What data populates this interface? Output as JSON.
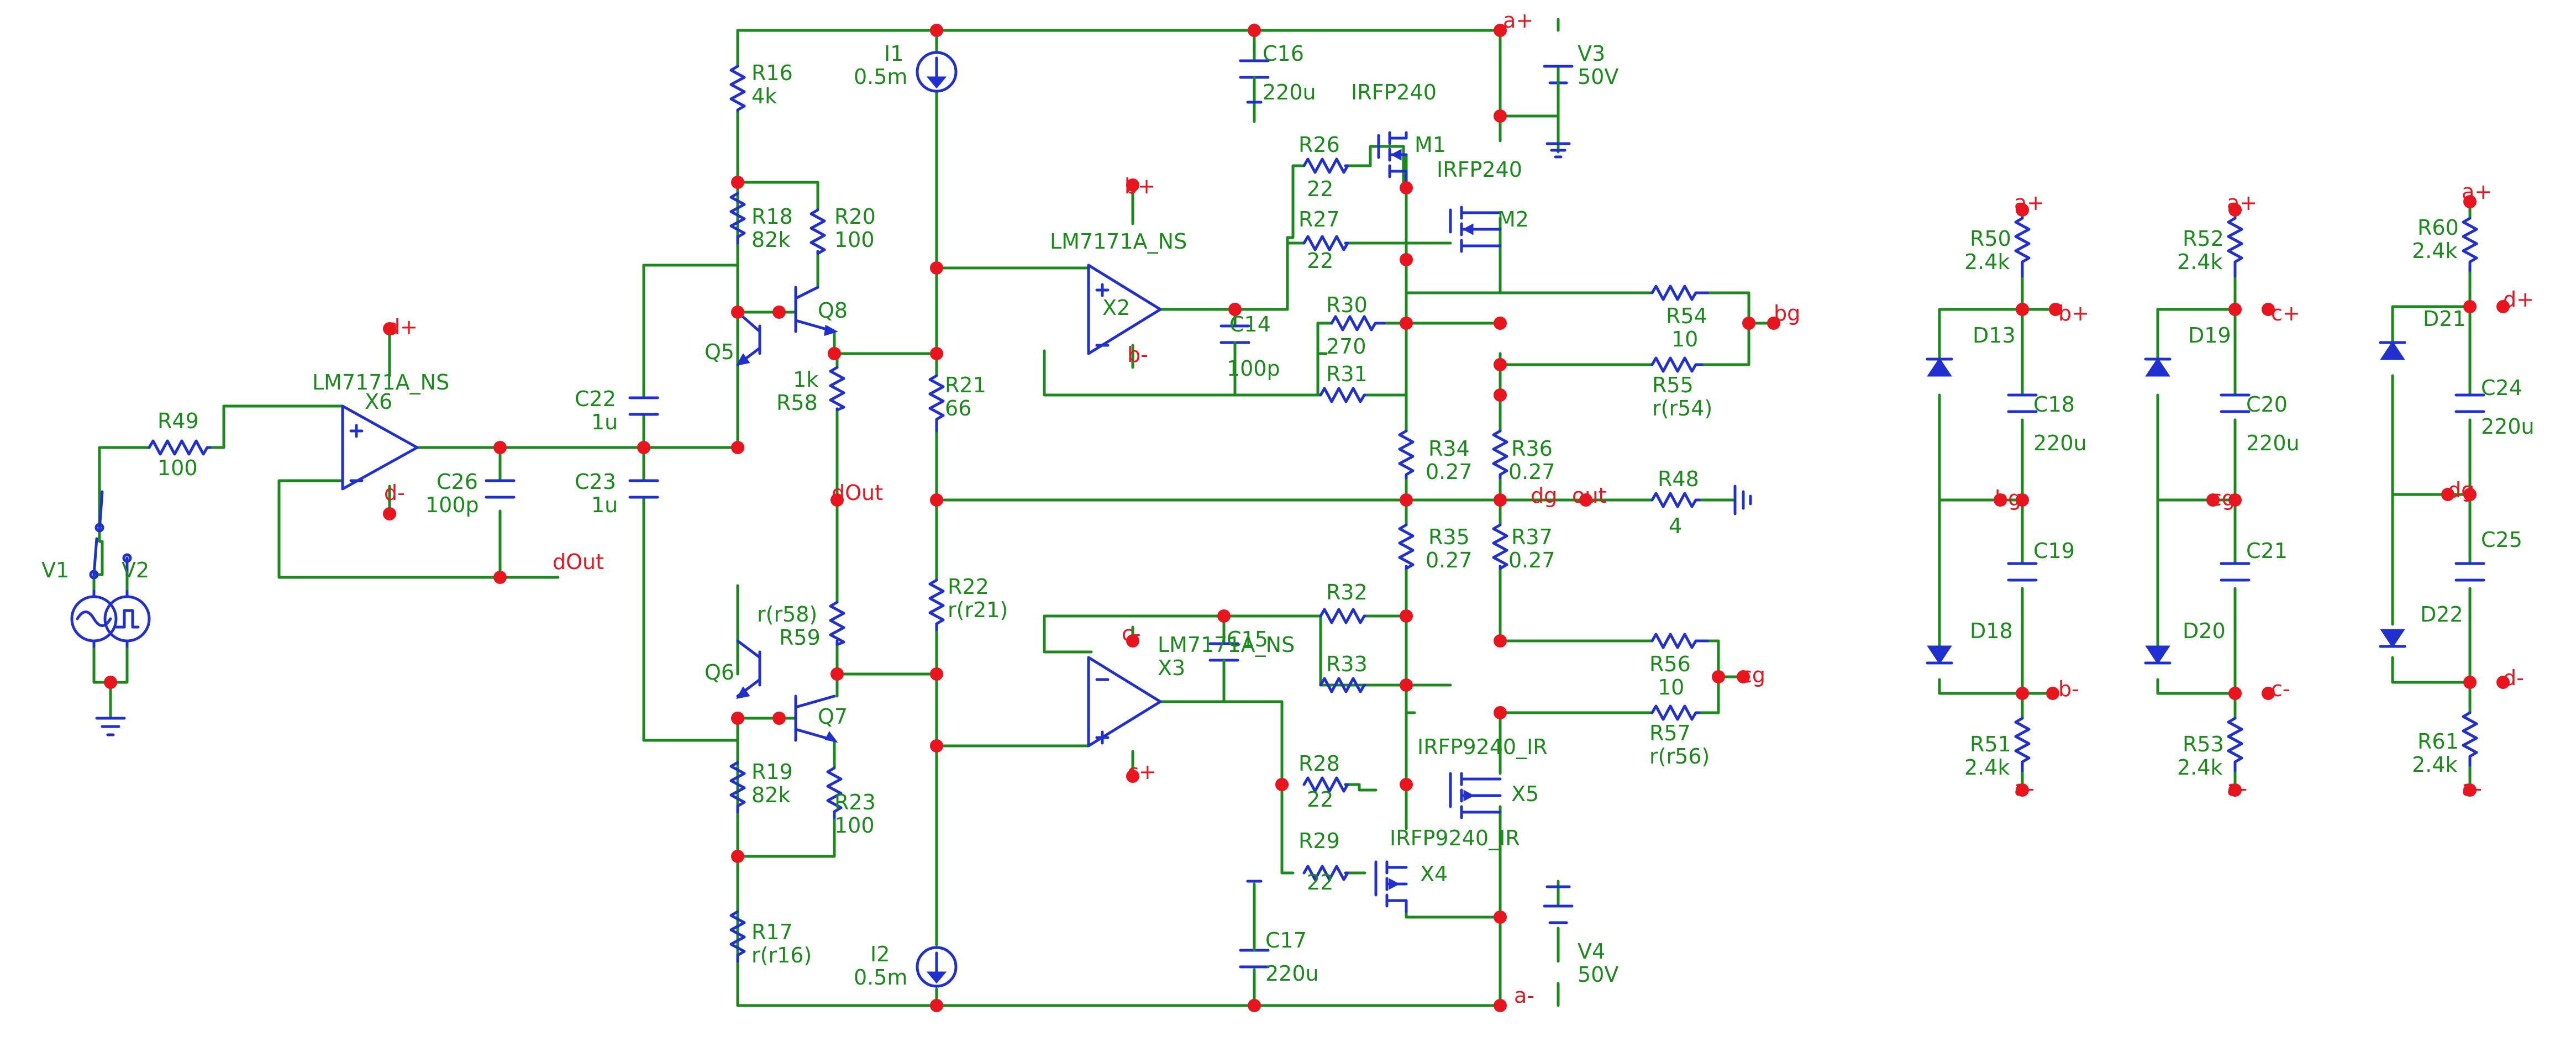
{
  "parts": [
    {
      "id": "R16",
      "lines": [
        "R16",
        "4k"
      ]
    },
    {
      "id": "R18",
      "lines": [
        "R18",
        "82k"
      ]
    },
    {
      "id": "R20",
      "lines": [
        "R20",
        "100"
      ]
    },
    {
      "id": "Q8",
      "lines": [
        "Q8"
      ]
    },
    {
      "id": "Q5",
      "lines": [
        "Q5"
      ]
    },
    {
      "id": "R58",
      "lines": [
        "1k",
        "R58"
      ]
    },
    {
      "id": "C22",
      "lines": [
        "C22",
        "1u"
      ]
    },
    {
      "id": "C23",
      "lines": [
        "C23",
        "1u"
      ]
    },
    {
      "id": "X6",
      "lines": [
        "LM7171A_NS",
        "X6"
      ]
    },
    {
      "id": "R49",
      "lines": [
        "R49",
        "100"
      ]
    },
    {
      "id": "C26",
      "lines": [
        "C26",
        "100p"
      ]
    },
    {
      "id": "V1",
      "lines": [
        "V1"
      ]
    },
    {
      "id": "V2",
      "lines": [
        "V2"
      ]
    },
    {
      "id": "R59",
      "lines": [
        "r(r58)",
        "R59"
      ]
    },
    {
      "id": "Q6",
      "lines": [
        "Q6"
      ]
    },
    {
      "id": "Q7",
      "lines": [
        "Q7"
      ]
    },
    {
      "id": "R19",
      "lines": [
        "R19",
        "82k"
      ]
    },
    {
      "id": "R23",
      "lines": [
        "R23",
        "100"
      ]
    },
    {
      "id": "R17",
      "lines": [
        "R17",
        "r(r16)"
      ]
    },
    {
      "id": "I1",
      "lines": [
        "I1",
        "0.5m"
      ]
    },
    {
      "id": "I2",
      "lines": [
        "I2",
        "0.5m"
      ]
    },
    {
      "id": "R21",
      "lines": [
        "R21",
        "66"
      ]
    },
    {
      "id": "R22",
      "lines": [
        "R22",
        "r(r21)"
      ]
    },
    {
      "id": "X2",
      "lines": [
        "LM7171A_NS",
        "X2"
      ]
    },
    {
      "id": "X3",
      "lines": [
        "LM7171A_NS",
        "X3"
      ]
    },
    {
      "id": "C14",
      "lines": [
        "C14",
        "100p"
      ]
    },
    {
      "id": "C15",
      "lines": [
        "C15"
      ]
    },
    {
      "id": "C16",
      "lines": [
        "C16",
        "220u"
      ]
    },
    {
      "id": "C17",
      "lines": [
        "C17",
        "220u"
      ]
    },
    {
      "id": "M1",
      "lines": [
        "IRFP240",
        "M1"
      ]
    },
    {
      "id": "M2",
      "lines": [
        "IRFP240",
        "M2"
      ]
    },
    {
      "id": "R26",
      "lines": [
        "R26",
        "22"
      ]
    },
    {
      "id": "R27",
      "lines": [
        "R27",
        "22"
      ]
    },
    {
      "id": "R28",
      "lines": [
        "R28",
        "22"
      ]
    },
    {
      "id": "R29",
      "lines": [
        "R29",
        "22"
      ]
    },
    {
      "id": "R30",
      "lines": [
        "R30",
        "270"
      ]
    },
    {
      "id": "R31",
      "lines": [
        "R31"
      ]
    },
    {
      "id": "R32",
      "lines": [
        "R32"
      ]
    },
    {
      "id": "R33",
      "lines": [
        "R33"
      ]
    },
    {
      "id": "X5",
      "lines": [
        "IRFP9240_IR",
        "X5"
      ]
    },
    {
      "id": "X4",
      "lines": [
        "IRFP9240_IR",
        "X4"
      ]
    },
    {
      "id": "R34",
      "lines": [
        "R34",
        "0.27"
      ]
    },
    {
      "id": "R36",
      "lines": [
        "R36",
        "0.27"
      ]
    },
    {
      "id": "R35",
      "lines": [
        "R35",
        "0.27"
      ]
    },
    {
      "id": "R37",
      "lines": [
        "R37",
        "0.27"
      ]
    },
    {
      "id": "R54",
      "lines": [
        "R54",
        "10"
      ]
    },
    {
      "id": "R55",
      "lines": [
        "R55",
        "r(r54)"
      ]
    },
    {
      "id": "R56",
      "lines": [
        "R56",
        "10"
      ]
    },
    {
      "id": "R57",
      "lines": [
        "R57",
        "r(r56)"
      ]
    },
    {
      "id": "R48",
      "lines": [
        "R48",
        "4"
      ]
    },
    {
      "id": "V3",
      "lines": [
        "V3",
        "50V"
      ]
    },
    {
      "id": "V4",
      "lines": [
        "V4",
        "50V"
      ]
    },
    {
      "id": "R50",
      "lines": [
        "R50",
        "2.4k"
      ]
    },
    {
      "id": "R51",
      "lines": [
        "R51",
        "2.4k"
      ]
    },
    {
      "id": "D13",
      "lines": [
        "D13"
      ]
    },
    {
      "id": "D18",
      "lines": [
        "D18"
      ]
    },
    {
      "id": "C18",
      "lines": [
        "C18",
        "220u"
      ]
    },
    {
      "id": "C19",
      "lines": [
        "C19"
      ]
    },
    {
      "id": "R52",
      "lines": [
        "R52",
        "2.4k"
      ]
    },
    {
      "id": "R53",
      "lines": [
        "R53",
        "2.4k"
      ]
    },
    {
      "id": "D19",
      "lines": [
        "D19"
      ]
    },
    {
      "id": "D20",
      "lines": [
        "D20"
      ]
    },
    {
      "id": "C20",
      "lines": [
        "C20",
        "220u"
      ]
    },
    {
      "id": "C21",
      "lines": [
        "C21"
      ]
    },
    {
      "id": "R60",
      "lines": [
        "R60",
        "2.4k"
      ]
    },
    {
      "id": "R61",
      "lines": [
        "R61",
        "2.4k"
      ]
    },
    {
      "id": "D21",
      "lines": [
        "D21"
      ]
    },
    {
      "id": "D22",
      "lines": [
        "D22"
      ]
    },
    {
      "id": "C24",
      "lines": [
        "C24",
        "220u"
      ]
    },
    {
      "id": "C25",
      "lines": [
        "C25"
      ]
    }
  ],
  "nets": [
    "a+",
    "a-",
    "b+",
    "b-",
    "c+",
    "c-",
    "d+",
    "d-",
    "bg",
    "cg",
    "dg",
    "out",
    "dOut",
    "a+",
    "a-",
    "b+",
    "b-",
    "bg",
    "a+",
    "a-",
    "c+",
    "c-",
    "cg",
    "a+",
    "a-",
    "d+",
    "d-",
    "dg",
    "b+",
    "b-",
    "c-",
    "c+",
    "d+",
    "d-",
    "bg",
    "cg",
    "dOut"
  ]
}
